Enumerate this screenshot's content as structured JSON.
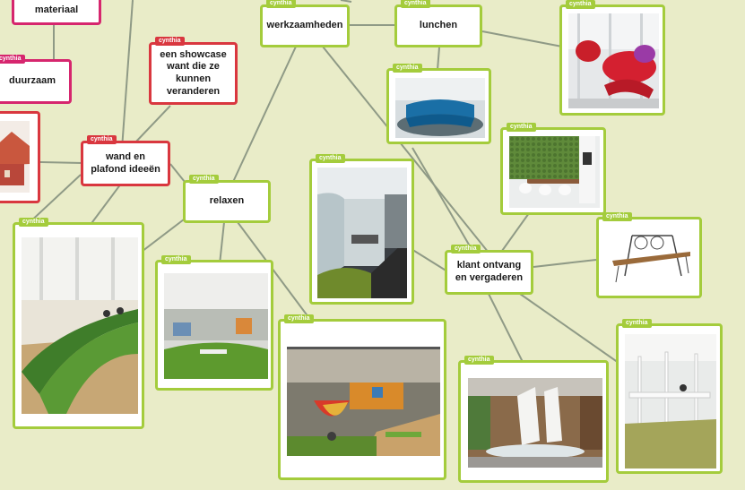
{
  "author": "cynthia",
  "colors": {
    "background": "#e9ecc8",
    "green": "#a4cc3c",
    "red": "#d9373f",
    "pink": "#d6266e",
    "line": "#8f9a86"
  },
  "topics": {
    "materiaal": "materiaal",
    "duurzaam": "duurzaam",
    "showcase": "een showcase want die ze kunnen veranderen",
    "wand": "wand en plafond ideeën",
    "werkzaamheden": "werkzaamheden",
    "lunchen": "lunchen",
    "relaxen": "relaxen",
    "klant": "klant ontvang en vergaderen"
  },
  "images": {
    "red_chairs": "red-lounge-chairs-photo",
    "blue_sofa": "blue-curved-sofa-photo",
    "green_wall": "green-wall-meeting-photo",
    "swing_table": "swing-table-photo",
    "glass_room": "glass-meeting-room-photo",
    "grass_hill": "grass-hill-office-photo",
    "grass_lounge": "grass-lounge-office-photo",
    "hammock": "hammock-office-photo",
    "white_meeting": "white-meeting-room-photo",
    "white_frame": "white-frame-meeting-photo",
    "house_miniature": "red-house-miniature-photo"
  }
}
